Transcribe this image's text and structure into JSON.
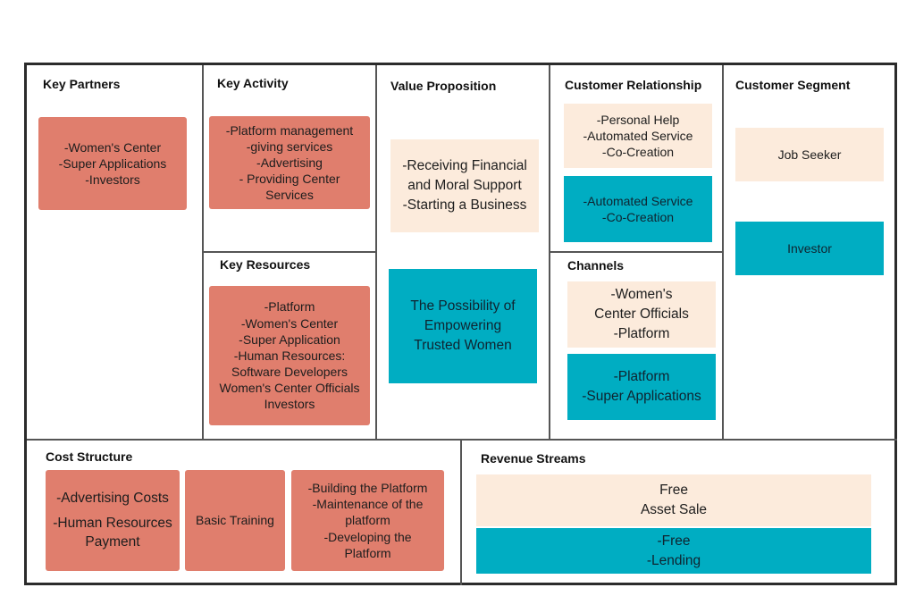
{
  "key_partners": {
    "title": "Key Partners",
    "note1": [
      "-Women's Center",
      "-Super Applications",
      "-Investors"
    ]
  },
  "key_activity": {
    "title": "Key Activity",
    "note1": [
      "-Platform management",
      "-giving services",
      "-Advertising",
      "- Providing Center Services"
    ]
  },
  "key_resources": {
    "title": "Key Resources",
    "note1": [
      "-Platform",
      "-Women's Center",
      "-Super Application",
      "-Human Resources:",
      "Software Developers",
      "Women's Center Officials",
      "Investors"
    ]
  },
  "value_proposition": {
    "title": "Value Proposition",
    "note1": [
      "-Receiving Financial",
      "and Moral Support",
      "-Starting a Business"
    ],
    "note2": [
      "The Possibility of",
      "Empowering",
      "Trusted Women"
    ]
  },
  "customer_relationship": {
    "title": "Customer Relationship",
    "note1": [
      "-Personal Help",
      "-Automated Service",
      "-Co-Creation"
    ],
    "note2": [
      "-Automated Service",
      "-Co-Creation"
    ]
  },
  "channels": {
    "title": "Channels",
    "note1": [
      "-Women's",
      "Center Officials",
      "-Platform"
    ],
    "note2": [
      "-Platform",
      "-Super Applications"
    ]
  },
  "customer_segment": {
    "title": "Customer Segment",
    "note1": [
      "Job Seeker"
    ],
    "note2": [
      "Investor"
    ]
  },
  "cost_structure": {
    "title": "Cost Structure",
    "note1": [
      "-Advertising Costs",
      "-Human Resources",
      "Payment"
    ],
    "note2": [
      "Basic Training"
    ],
    "note3": [
      "-Building the Platform",
      "-Maintenance of the",
      "platform",
      "-Developing the",
      "Platform"
    ]
  },
  "revenue_streams": {
    "title": "Revenue Streams",
    "note1": [
      "Free",
      "Asset Sale"
    ],
    "note2": [
      "-Free",
      "-Lending"
    ]
  },
  "colors": {
    "salmon": "#e07e6d",
    "peach": "#fcebdc",
    "teal": "#00adc2",
    "border": "#2b2b2b"
  }
}
